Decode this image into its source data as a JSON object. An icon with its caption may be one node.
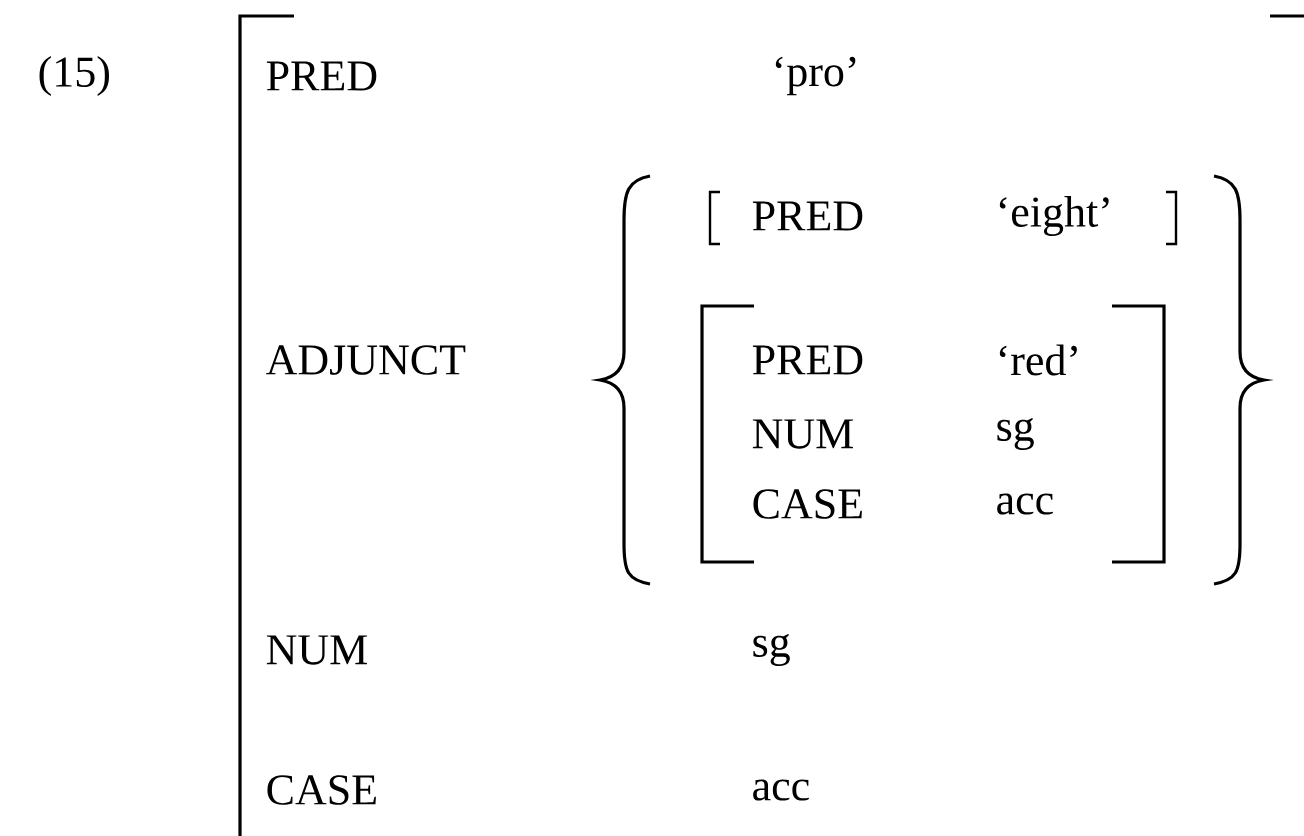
{
  "diagram": {
    "labels": [
      "(15)",
      "PRED",
      "‘pro’",
      "PRED",
      "‘eight’",
      "ADJUNCT",
      "PRED",
      "‘red’",
      "NUM",
      "sg",
      "CASE",
      "acc",
      "NUM",
      "sg",
      "CASE",
      "acc"
    ]
  }
}
